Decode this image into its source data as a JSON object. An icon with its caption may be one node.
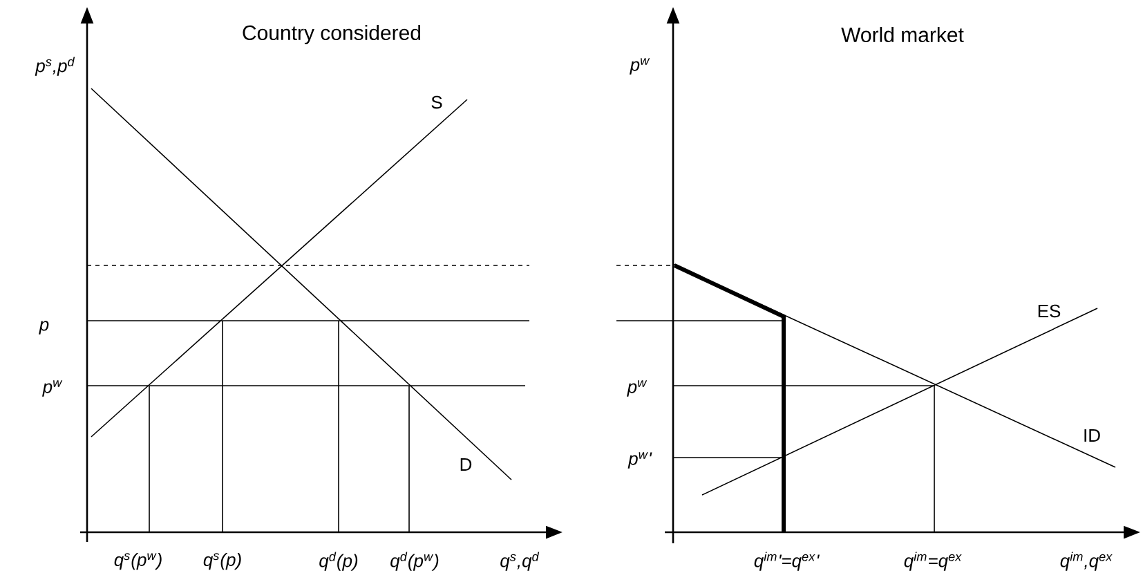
{
  "diagram": {
    "labels": [
      "Country considered",
      "p$^{s}$,p$^{d}$",
      "S",
      "p",
      "p$^{w}$",
      "D",
      "q$^{s}$(p$^{w}$)",
      "q$^{s}$(p)",
      "q$^{d}$(p)",
      "q$^{d}$(p$^{w}$)",
      "q$^{s}$,q$^{d}$",
      "World market",
      "p$^{w}$",
      "ES",
      "p$^{w}$",
      "ID",
      "p$^{w}$'",
      "q$^{im}$'=q$^{ex}$'",
      "q$^{im}$=q$^{ex}$",
      "q$^{im}$,q$^{ex}$"
    ]
  }
}
